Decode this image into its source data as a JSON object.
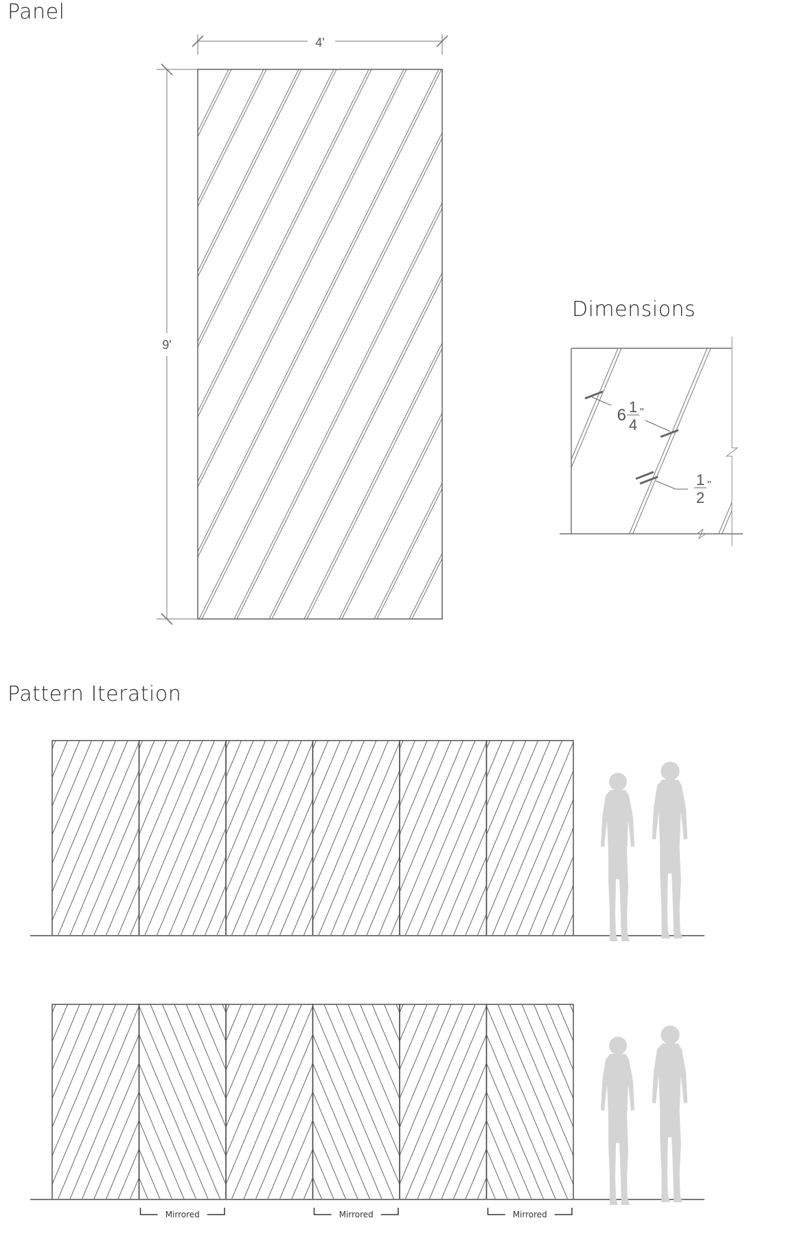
{
  "sections": {
    "panel_title": "Panel",
    "dimensions_title": "Dimensions",
    "pattern_title": "Pattern Iteration"
  },
  "panel": {
    "width_label": "4'",
    "height_label": "9'"
  },
  "dimensions": {
    "spacing_whole": "6",
    "spacing_num": "1",
    "spacing_den": "4",
    "spacing_unit": "\"",
    "groove_num": "1",
    "groove_den": "2",
    "groove_unit": "\""
  },
  "pattern_iteration": {
    "rows": [
      {
        "name": "uniform",
        "panels": [
          "normal",
          "normal",
          "normal",
          "normal",
          "normal",
          "normal"
        ]
      },
      {
        "name": "alternating",
        "panels": [
          "normal",
          "mirrored",
          "normal",
          "mirrored",
          "normal",
          "mirrored"
        ]
      }
    ],
    "mirrored_label": "Mirrored"
  },
  "colors": {
    "line": "#4a4a4a",
    "hatch": "#666666",
    "silhouette": "#d4d4d4",
    "ground": "#777777"
  }
}
